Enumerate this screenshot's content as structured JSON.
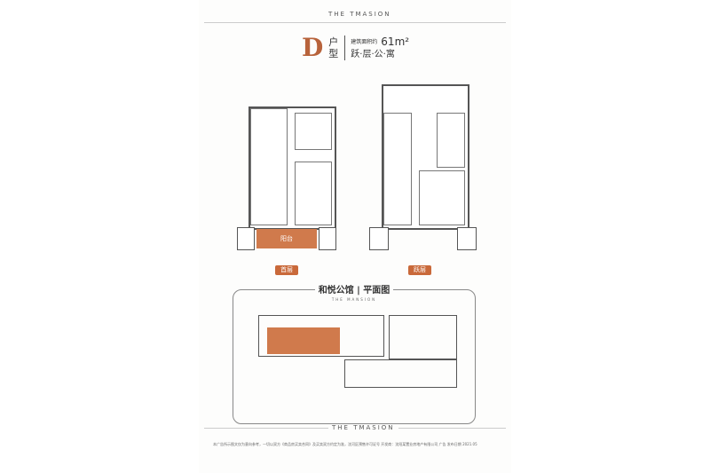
{
  "header": {
    "brand": "THE TMASION"
  },
  "unit": {
    "letter": "D",
    "type_label": "户型",
    "area_label": "建筑面积约",
    "area_value": "61m²",
    "subtitle": "跃·层·公·寓"
  },
  "plans": {
    "ground_label": "首层",
    "upper_label": "跃层",
    "balcony_label": "阳台"
  },
  "site": {
    "title": "和悦公馆 | 平面图",
    "subtitle": "THE MANSION"
  },
  "footer": {
    "brand": "THE TMASION",
    "disclaimer": "本广告所示图文仅为意向参考，一切以双方《商品房买卖合同》及买卖双方约定为准，沈河区预售许可证号 开发商：沈阳某置业房地产有限公司 广告 发布日期 2021.05"
  },
  "colors": {
    "accent": "#c9693a"
  }
}
